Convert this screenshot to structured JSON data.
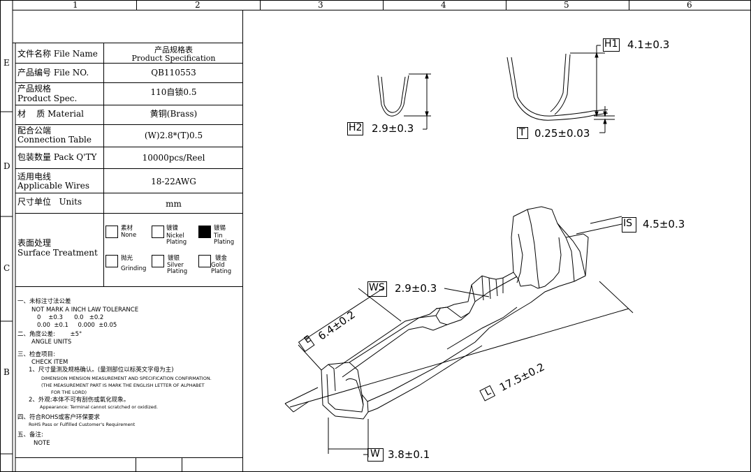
{
  "zones": {
    "columns": [
      "1",
      "2",
      "3",
      "4",
      "5",
      "6"
    ],
    "rows": [
      "E",
      "D",
      "C",
      "B"
    ]
  },
  "spec": {
    "file_name_label": "文件名称 File Name",
    "file_name_value_cn": "产品规格表",
    "file_name_value_en": "Product Specification",
    "file_no_label": "产品编号 File NO.",
    "file_no_value": "QB110553",
    "product_spec_label_cn": "产品规格",
    "product_spec_label_en": "Product Spec.",
    "product_spec_value": "110自锁0.5",
    "material_label": "材    质 Material",
    "material_value": "黄铜(Brass)",
    "connection_label_cn": "配合公端",
    "connection_label_en": "Connection Table",
    "connection_value": "(W)2.8*(T)0.5",
    "pack_label": "包装数量 Pack Q'TY",
    "pack_value": "10000pcs/Reel",
    "wires_label_cn": "适用电线",
    "wires_label_en": "Applicable Wires",
    "wires_value": "18-22AWG",
    "units_label": "尺寸单位   Units",
    "units_value": "mm",
    "surface_label_cn": "表面处理",
    "surface_label_en": "Surface Treatment"
  },
  "surface_options": [
    {
      "cn": "素材",
      "en": "None",
      "checked": false
    },
    {
      "cn": "镀镍",
      "en": "Nickel\nPlating",
      "checked": false
    },
    {
      "cn": "镀锡",
      "en": "Tin\nPlating",
      "checked": true
    },
    {
      "cn": "抛光",
      "en": "Grinding",
      "checked": false
    },
    {
      "cn": "镀银",
      "en": "Silver\nPlating",
      "checked": false
    },
    {
      "cn": "镀金",
      "en": "Gold\nPlating",
      "checked": false
    }
  ],
  "notes": {
    "n1_title": "一、未标注寸法公差",
    "n1_sub": "NOT MARK A INCH LAW TOLERANCE",
    "n1_row1": "0    ±0.3      0.0   ±0.2",
    "n1_row2": "0.00  ±0.1     0.000  ±0.05",
    "n2_title": "二、角度公差:        ±5°",
    "n2_sub": "ANGLE UNITS",
    "n3_title": "三、检查项目:",
    "n3_sub": "CHECK ITEM",
    "n3_1": "1、尺寸量测及规格确认。(量测部位以标英文字母为主)",
    "n3_1a": "DIMENSION MENSION MEASUREMENT AND SPECIFICATION CONFIRMATION.",
    "n3_1b": "(THE MEASUREMENT PART IS MARK THE ENGLISH LETTER OF ALPHABET",
    "n3_1c": "FOR THE LORD)",
    "n3_2": "2、外观:本体不可有刮伤或氧化现象。",
    "n3_2a": "Appearance: Terminal cannot scratched or oxidized.",
    "n4_title": "四、符合ROHS或客户环保要求",
    "n4_sub": "RoHS Pass or Fulfilled Customer's Requirement",
    "n5_title": "五、备注:",
    "n5_sub": "NOTE"
  },
  "dimensions": {
    "H1": {
      "tag": "H1",
      "value": "4.1±0.3"
    },
    "H2": {
      "tag": "H2",
      "value": "2.9±0.3"
    },
    "T": {
      "tag": "T",
      "value": "0.25±0.03"
    },
    "IS": {
      "tag": "IS",
      "value": "4.5±0.3"
    },
    "WS": {
      "tag": "WS",
      "value": "2.9±0.3"
    },
    "E": {
      "tag": "E",
      "value": "6.4±0.2"
    },
    "L": {
      "tag": "L",
      "value": "17.5±0.2"
    },
    "W": {
      "tag": "W",
      "value": "3.8±0.1"
    }
  }
}
